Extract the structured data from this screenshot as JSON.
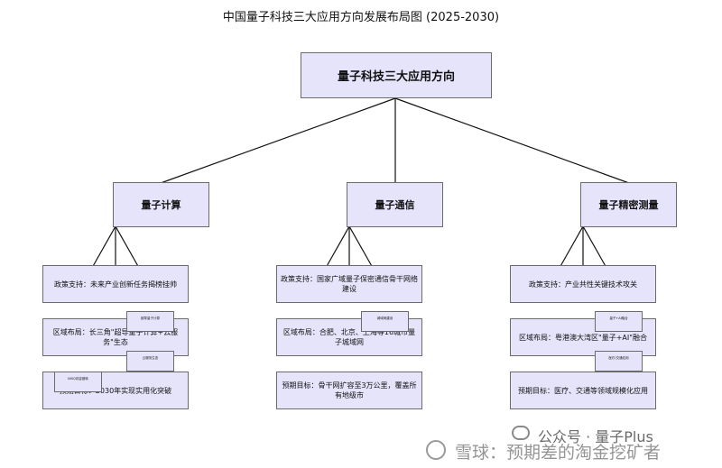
{
  "title": "中国量子科技三大应用方向发展布局图 (2025-2030)",
  "root": "量子科技三大应用方向",
  "branches": [
    {
      "label": "量子计算",
      "leaves": [
        "政策支持：未来产业创新任务揭榜挂帅",
        "区域布局：长三角\"超导量子计算+云服务\"生态",
        "预期目标：2030年实现实用化突破"
      ],
      "notes": [
        "超导量子计算",
        "云服务生态",
        "NISQ向容错转"
      ]
    },
    {
      "label": "量子通信",
      "leaves": [
        "政策支持：国家广域量子保密通信骨干网络建设",
        "区域布局：合肥、北京、上海等16城市量子城域网",
        "预期目标：骨干网扩容至3万公里，覆盖所有地级市"
      ],
      "notes": [
        "城域网建设"
      ]
    },
    {
      "label": "量子精密测量",
      "leaves": [
        "政策支持：产业共性关键技术攻关",
        "区域布局：粤港澳大湾区\"量子+AI\"融合",
        "预期目标：医疗、交通等领域规模化应用"
      ],
      "notes": [
        "量子+AI融合",
        "医疗/交通应用"
      ]
    }
  ],
  "watermark": {
    "line1": "公众号 · 量子Plus",
    "line2": "雪球：预期差的淘金挖矿者"
  }
}
